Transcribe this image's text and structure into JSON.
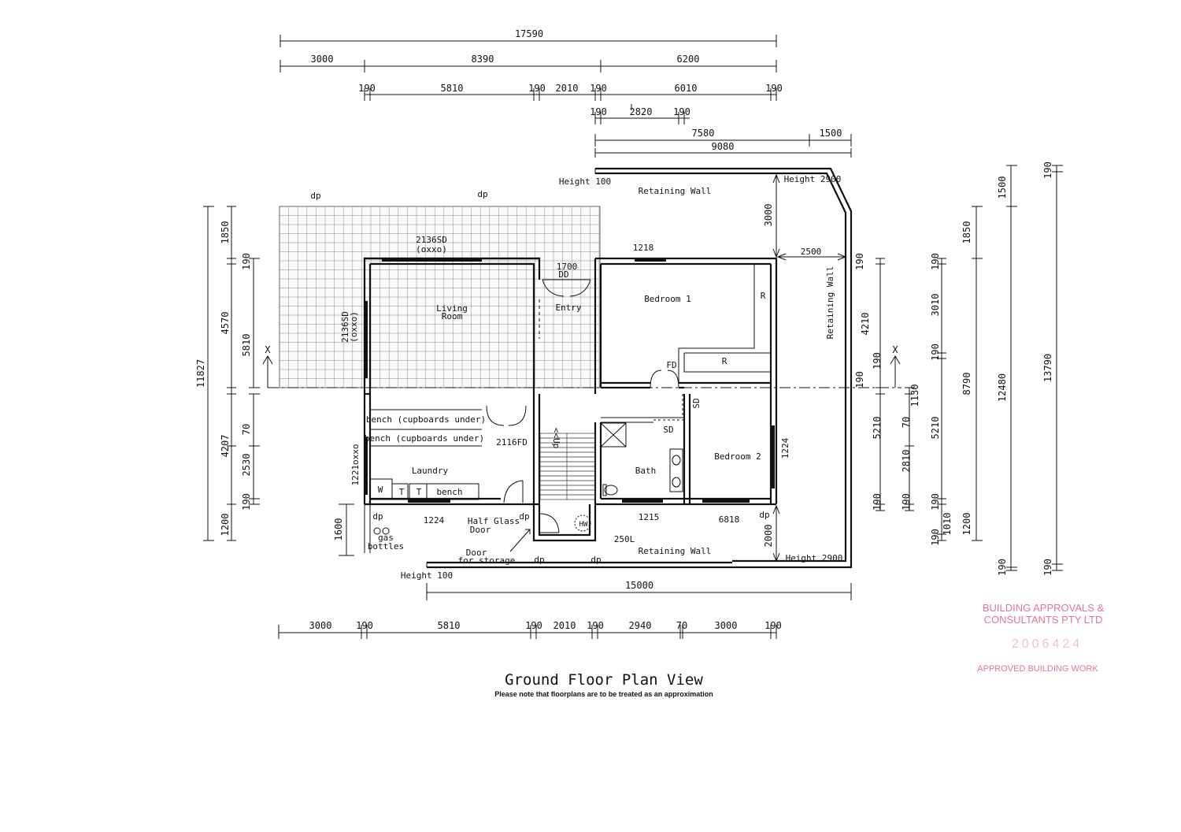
{
  "title": "Ground Floor Plan View",
  "note": "Please note that floorplans are to be treated as an approximation",
  "top_dims": {
    "overall": "17590",
    "row2": [
      "3000",
      "8390",
      "6200"
    ],
    "row3": [
      "190",
      "5810",
      "190",
      "2010",
      "190",
      "6010",
      "190"
    ],
    "row4": [
      "190",
      "2820",
      "190"
    ],
    "row5": [
      "7580",
      "1500"
    ],
    "row6": "9080"
  },
  "bottom_dims": {
    "overall": "15000",
    "row": [
      "3000",
      "190",
      "5810",
      "190",
      "2010",
      "190",
      "2940",
      "70",
      "3000",
      "190"
    ]
  },
  "left_dims": {
    "overall": "11827",
    "col2": [
      "1850",
      "190",
      "4570",
      "70",
      "4207",
      "2530",
      "190",
      "1200"
    ],
    "col3": [
      "5810"
    ],
    "extra": "1600"
  },
  "right_dims": {
    "col1": [
      "190",
      "4210",
      "190",
      "5210",
      "190"
    ],
    "col2": [
      "190",
      "1130",
      "70",
      "2810",
      "190"
    ],
    "col3": [
      "190",
      "3010",
      "190",
      "5210",
      "190",
      "1010",
      "190"
    ],
    "col4": [
      "1850",
      "8790",
      "1200"
    ],
    "col5": [
      "1500",
      "12480",
      "190"
    ],
    "col6": [
      "190",
      "13790",
      "190"
    ]
  },
  "labels": {
    "dp": "dp",
    "height_100": "Height 100",
    "height_2900": "Height 2900",
    "retaining_wall": "Retaining Wall",
    "win_2136sd_top": "2136SD",
    "oxxo": "(oxxo)",
    "win_2136sd_left": "2136SD",
    "win_1218_top": "1218",
    "door_1700": "1700",
    "dd": "DD",
    "fd": "FD",
    "sd": "SD",
    "r": "R",
    "win_1224_right": "1224",
    "win_1215": "1215",
    "win_6818": "6818",
    "win_1224_bottom": "1224",
    "win_1221": "1221oxxo",
    "door_2116fd": "2116FD",
    "up": "<<Up",
    "hw": "HW",
    "hw_250": "250L",
    "half_glass": "Half Glass",
    "door_word": "Door",
    "door_storage_1": "Door",
    "door_storage_2": "for storage",
    "gas_1": "gas",
    "gas_2": "bottles",
    "dim_3000": "3000",
    "dim_2500": "2500",
    "dim_2000": "2000",
    "section": "X",
    "w": "W",
    "t": "T"
  },
  "rooms": {
    "living_1": "Living",
    "living_2": "Room",
    "entry": "Entry",
    "bedroom1": "Bedroom 1",
    "bedroom2": "Bedroom 2",
    "bath": "Bath",
    "laundry": "Laundry",
    "bench1": "bench (cupboards under)",
    "bench2": "bench (cupboards under)",
    "bench3": "bench"
  },
  "stamp": {
    "line1": "BUILDING APPROVALS &",
    "line2": "CONSULTANTS PTY LTD",
    "number": "2006424",
    "approved": "APPROVED BUILDING WORK",
    "color": "#d24a72"
  }
}
